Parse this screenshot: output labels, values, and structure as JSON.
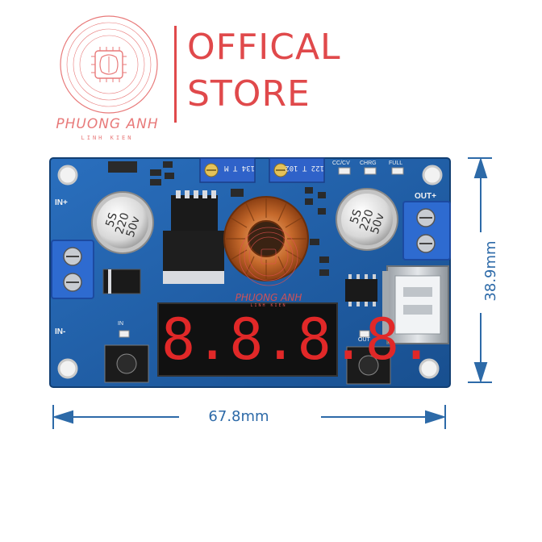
{
  "logo": {
    "name": "PHUONG ANH",
    "subtitle": "LINH KIEN"
  },
  "store": {
    "line1": "OFFICAL",
    "line2": "STORE"
  },
  "dimensions": {
    "width": "67.8mm",
    "height": "38.9mm"
  },
  "board": {
    "cap_left": [
      "5S",
      "220",
      "50v"
    ],
    "cap_right": [
      "5S",
      "220",
      "50v"
    ],
    "pot1": "134 T M",
    "pot2": "122 T 102",
    "labels": {
      "in_plus": "IN+",
      "in_minus": "IN-",
      "out_plus": "OUT+",
      "in_small": "IN",
      "out_small": "OUT",
      "cc_cv": "CC/CV",
      "chrg": "CHRG",
      "full": "FULL"
    },
    "display_digits": [
      "8.",
      "8.",
      "8.",
      "8."
    ]
  },
  "colors": {
    "brand_red": "#e0494b",
    "pcb_blue": "#1f5fa6",
    "dimension_blue": "#2d6aa8",
    "terminal_blue": "#2e6bd0",
    "display_red": "#e12828"
  }
}
